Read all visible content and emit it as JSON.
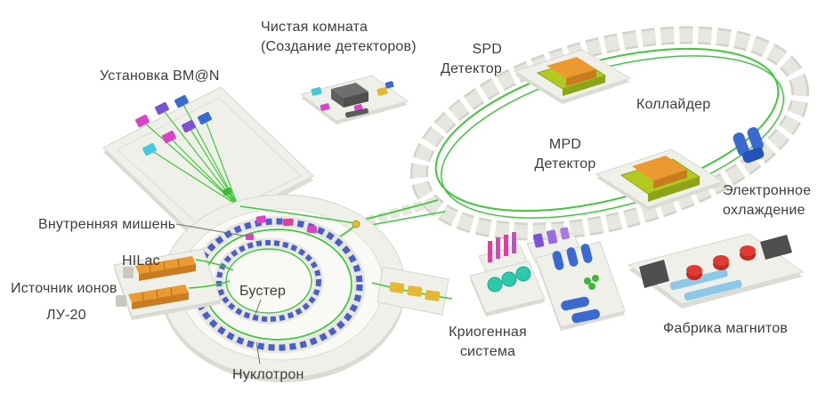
{
  "labels": {
    "bman": "Установка BM@N",
    "cleanroom_1": "Чистая комната",
    "cleanroom_2": "(Создание детекторов)",
    "spd_1": "SPD",
    "spd_2": "Детектор",
    "collider": "Коллайдер",
    "mpd_1": "MPD",
    "mpd_2": "Детектор",
    "ecool_1": "Электронное",
    "ecool_2": "охлаждение",
    "inner_target": "Внутренняя мишень",
    "hilac": "HILac",
    "ion_source": "Источник ионов",
    "lu20": "ЛУ-20",
    "booster": "Бустер",
    "nuclotron": "Нуклотрон",
    "cryo_1": "Криогенная",
    "cryo_2": "система",
    "magnet_factory": "Фабрика магнитов"
  },
  "colors": {
    "bg": "#ffffff",
    "label": "#3d3d3d",
    "platform": "#f0f0eb",
    "platform-edge": "#d6d6cf",
    "platform-shadow": "#dcdcd4",
    "track": "#e7e7e1",
    "track-dark": "#d2d2ca",
    "beam": "#3fc83a",
    "magnet-blue": "#4a5ec8",
    "orange": "#eb9a32",
    "orange-dark": "#c97b20",
    "lime": "#b2ca1f",
    "lime-dark": "#8fa318",
    "magenta": "#d943c8",
    "purple": "#7b52d4",
    "cyan": "#45c8e0",
    "teal": "#2cc9ab",
    "blue": "#3a6ad0",
    "red": "#e03a34",
    "lightblue": "#8cc8e8",
    "yellow": "#e3b832",
    "pink": "#e0409a",
    "slab": "#4e4e4e",
    "leader": "#6f6f6f"
  }
}
